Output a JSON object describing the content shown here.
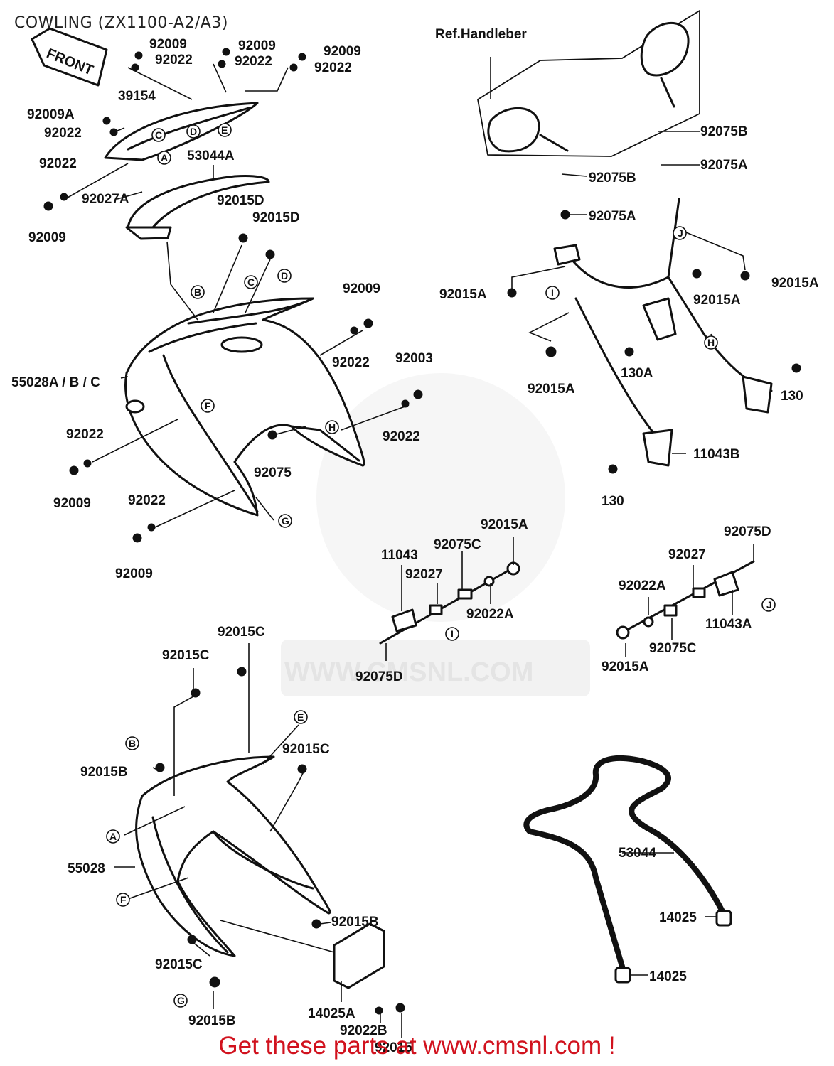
{
  "title": "COWLING (ZX1100-A2/A3)",
  "cta": "Get these parts at www.cmsnl.com !",
  "watermark": "WWW.CMSNL.COM",
  "front_marker": "FRONT",
  "ref_label": "Ref.Handleber",
  "labels": {
    "p92009_a": "92009",
    "p92022_a": "92022",
    "p92009_b": "92009",
    "p92022_b": "92022",
    "p92009_c": "92009",
    "p92022_c": "92022",
    "p39154": "39154",
    "p92009A": "92009A",
    "p92022_d": "92022",
    "p53044A": "53044A",
    "p92022_e": "92022",
    "p92027A": "92027A",
    "p92015D_a": "92015D",
    "p92015D_b": "92015D",
    "p92009_d": "92009",
    "p92009_e": "92009",
    "p92022_f": "92022",
    "p55028ABC": "55028A / B / C",
    "p92003": "92003",
    "p92022_g": "92022",
    "p92022_h": "92022",
    "p92075": "92075",
    "p92009_f": "92009",
    "p92022_i": "92022",
    "p92009_g": "92009",
    "p92075B_a": "92075B",
    "p92075A_a": "92075A",
    "p92075B_b": "92075B",
    "p92075A_b": "92075A",
    "p92015A_a": "92015A",
    "p92015A_b": "92015A",
    "p92015A_c": "92015A",
    "p92015A_d": "92015A",
    "p130A": "130A",
    "p130_a": "130",
    "p11043B": "11043B",
    "p130_b": "130",
    "p92015A_e": "92015A",
    "p11043": "11043",
    "p92075C_a": "92075C",
    "p92027_a": "92027",
    "p92022A_a": "92022A",
    "p92075D_a": "92075D",
    "p92075D_b": "92075D",
    "p92027_b": "92027",
    "p92022A_b": "92022A",
    "p11043A": "11043A",
    "p92075C_b": "92075C",
    "p92015A_f": "92015A",
    "p92015C_a": "92015C",
    "p92015C_b": "92015C",
    "p92015C_c": "92015C",
    "p92015B_a": "92015B",
    "p55028": "55028",
    "p92015B_b": "92015B",
    "p92015C_d": "92015C",
    "p92015B_c": "92015B",
    "p14025A": "14025A",
    "p92022B": "92022B",
    "p92015": "92015",
    "p53044": "53044",
    "p14025_a": "14025",
    "p14025_b": "14025"
  },
  "callouts": {
    "A": "A",
    "B": "B",
    "C": "C",
    "D": "D",
    "E": "E",
    "F": "F",
    "G": "G",
    "H": "H",
    "I": "I",
    "J": "J"
  }
}
